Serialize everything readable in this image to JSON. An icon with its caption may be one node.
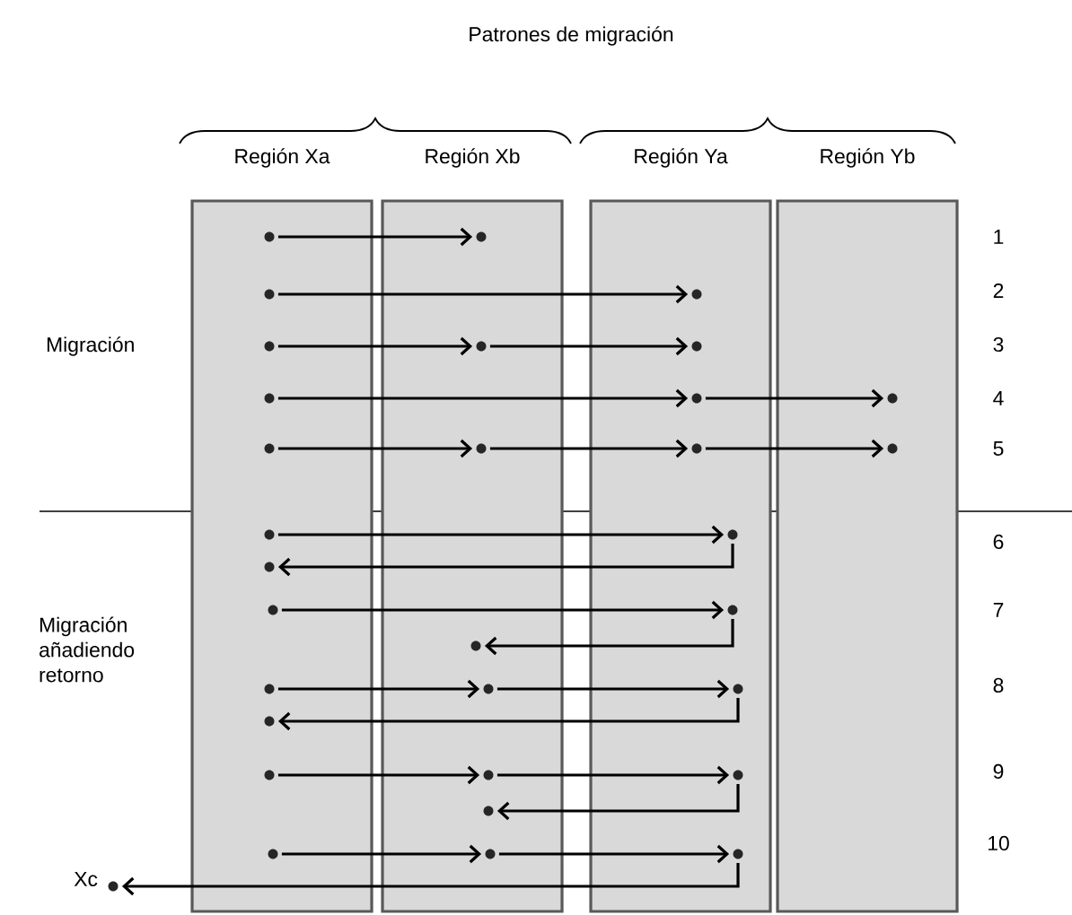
{
  "diagram": {
    "title": "Patrones de migración",
    "nodes": [
      {
        "text": [
          "Región Xa"
        ]
      },
      {
        "text": [
          "Región Xb"
        ]
      },
      {
        "text": [
          "Región Ya"
        ]
      },
      {
        "text": [
          "Región Yb"
        ]
      },
      {
        "text": [],
        "shape": "circle",
        "in": 0
      },
      {
        "text": [],
        "shape": "circle",
        "in": 1
      },
      {
        "text": [],
        "shape": "circle",
        "in": 0
      },
      {
        "text": [],
        "shape": "circle",
        "in": 2
      },
      {
        "text": [],
        "shape": "circle",
        "in": 0
      },
      {
        "text": [],
        "shape": "circle",
        "in": 1
      },
      {
        "text": [],
        "shape": "circle",
        "in": 2
      },
      {
        "text": [],
        "shape": "circle",
        "in": 0
      },
      {
        "text": [],
        "shape": "circle",
        "in": 2
      },
      {
        "text": [],
        "shape": "circle",
        "in": 3
      },
      {
        "text": [],
        "shape": "circle",
        "in": 0
      },
      {
        "text": [],
        "shape": "circle",
        "in": 1
      },
      {
        "text": [],
        "shape": "circle",
        "in": 2
      },
      {
        "text": [],
        "shape": "circle",
        "in": 3
      },
      {
        "text": [],
        "shape": "circle",
        "in": 0
      },
      {
        "text": [],
        "shape": "circle",
        "in": 2
      },
      {
        "text": [],
        "shape": "circle",
        "in": 0
      },
      {
        "text": [],
        "shape": "circle",
        "in": 0
      },
      {
        "text": [],
        "shape": "circle",
        "in": 2
      },
      {
        "text": [],
        "shape": "circle",
        "in": 1
      },
      {
        "text": [],
        "shape": "circle",
        "in": 0
      },
      {
        "text": [],
        "shape": "circle",
        "in": 1
      },
      {
        "text": [],
        "shape": "circle",
        "in": 2
      },
      {
        "text": [],
        "shape": "circle",
        "in": 0
      },
      {
        "text": [],
        "shape": "circle",
        "in": 0
      },
      {
        "text": [],
        "shape": "circle",
        "in": 1
      },
      {
        "text": [],
        "shape": "circle",
        "in": 2
      },
      {
        "text": [],
        "shape": "circle",
        "in": 1
      },
      {
        "text": [],
        "shape": "circle",
        "in": 0
      },
      {
        "text": [],
        "shape": "circle",
        "in": 1
      },
      {
        "text": [],
        "shape": "circle",
        "in": 2
      },
      {
        "text": [],
        "shape": "circle",
        "beside": [
          "Xc"
        ]
      }
    ],
    "edges": [
      {
        "from": 4,
        "to": 5,
        "arrow": "to"
      },
      {
        "from": 6,
        "to": 7,
        "arrow": "to"
      },
      {
        "from": 8,
        "to": 9,
        "arrow": "to"
      },
      {
        "from": 9,
        "to": 10,
        "arrow": "to"
      },
      {
        "from": 11,
        "to": 12,
        "arrow": "to"
      },
      {
        "from": 12,
        "to": 13,
        "arrow": "to"
      },
      {
        "from": 14,
        "to": 15,
        "arrow": "to"
      },
      {
        "from": 15,
        "to": 16,
        "arrow": "to"
      },
      {
        "from": 16,
        "to": 17,
        "arrow": "to"
      },
      {
        "from": 18,
        "to": 19,
        "arrow": "to"
      },
      {
        "from": 19,
        "to": 20,
        "arrow": "to"
      },
      {
        "from": 21,
        "to": 22,
        "arrow": "to"
      },
      {
        "from": 22,
        "to": 23,
        "arrow": "to"
      },
      {
        "from": 24,
        "to": 25,
        "arrow": "to"
      },
      {
        "from": 25,
        "to": 26,
        "arrow": "to"
      },
      {
        "from": 26,
        "to": 27,
        "arrow": "to"
      },
      {
        "from": 28,
        "to": 29,
        "arrow": "to"
      },
      {
        "from": 29,
        "to": 30,
        "arrow": "to"
      },
      {
        "from": 30,
        "to": 31,
        "arrow": "to"
      },
      {
        "from": 32,
        "to": 33,
        "arrow": "to"
      },
      {
        "from": 33,
        "to": 34,
        "arrow": "to"
      },
      {
        "from": 34,
        "to": 35,
        "arrow": "to"
      }
    ],
    "labels": [
      "Migración",
      "Migración añadiendo retorno",
      "1",
      "2",
      "3",
      "4",
      "5",
      "6",
      "7",
      "8",
      "9",
      "10"
    ]
  }
}
